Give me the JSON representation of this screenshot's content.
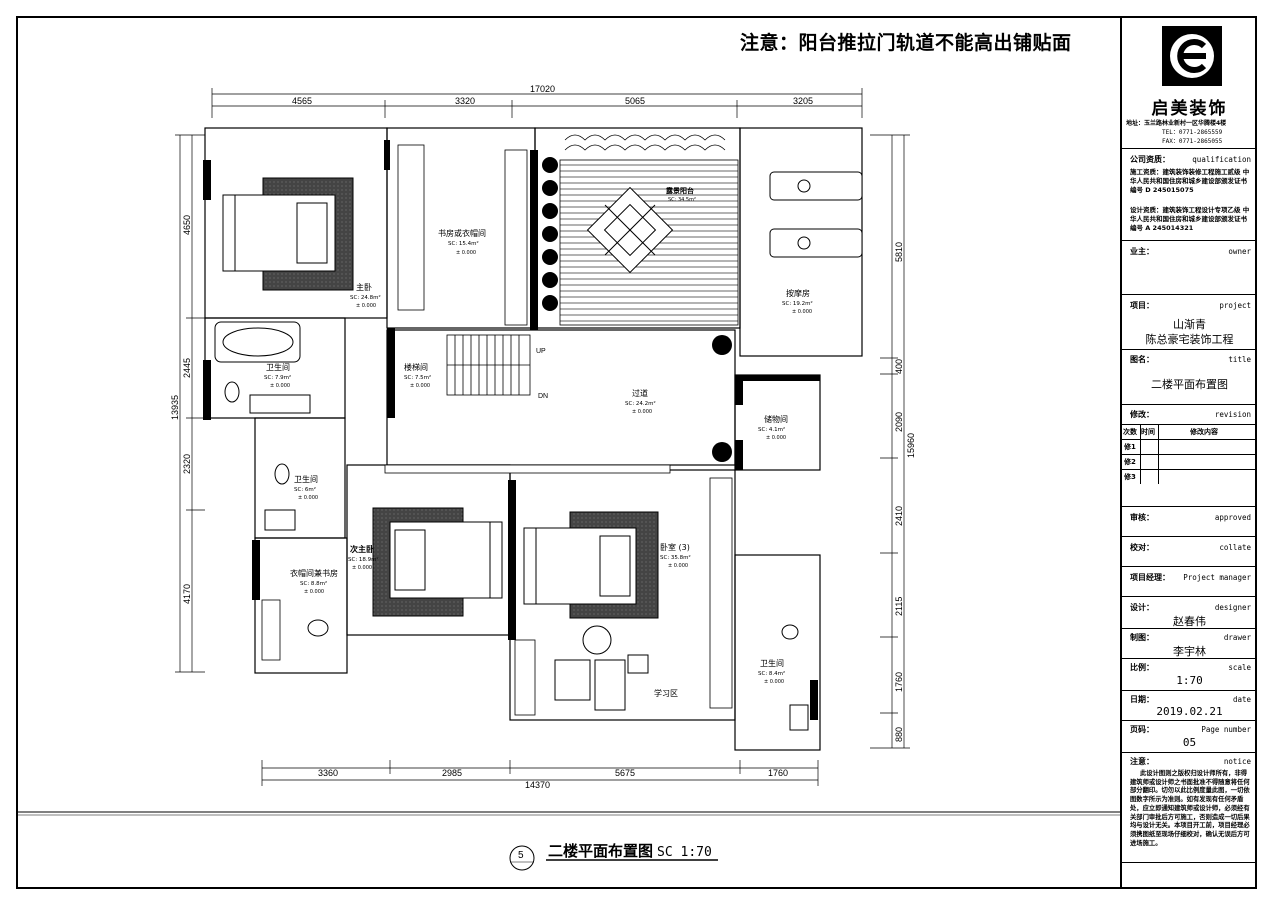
{
  "header_note": "注意：阳台推拉门轨道不能高出铺贴面",
  "dimensions": {
    "top_total": "17020",
    "top_segments": [
      "4565",
      "3320",
      "5065",
      "3205"
    ],
    "bottom_total": "14370",
    "bottom_segments": [
      "3360",
      "2985",
      "5675",
      "1760"
    ],
    "left_total": "13935",
    "left_segments": [
      "4650",
      "2445",
      "2320",
      "4170"
    ],
    "right_total": "15960",
    "right_segments": [
      "5810",
      "400",
      "2090",
      "2410",
      "2115",
      "1760",
      "880"
    ]
  },
  "rooms": [
    {
      "name": "主卧",
      "area": "SC: 24.8m²",
      "elev": "± 0.000"
    },
    {
      "name": "书房或衣帽间",
      "area": "SC: 15.4m²",
      "elev": "± 0.000"
    },
    {
      "name": "露景阳台",
      "area": "SC: 34.5m²",
      "elev": ""
    },
    {
      "name": "按摩房",
      "area": "SC: 19.2m²",
      "elev": "± 0.000"
    },
    {
      "name": "卫生间",
      "area": "SC: 7.9m²",
      "elev": "± 0.000"
    },
    {
      "name": "楼梯间",
      "area": "SC: 7.5m²",
      "elev": "± 0.000"
    },
    {
      "name": "过道",
      "area": "SC: 24.2m²",
      "elev": "± 0.000"
    },
    {
      "name": "储物间",
      "area": "SC: 4.1m²",
      "elev": "± 0.000"
    },
    {
      "name": "卫生间",
      "area": "SC: 6m²",
      "elev": "± 0.000"
    },
    {
      "name": "次主卧",
      "area": "SC: 18.9m²",
      "elev": "± 0.000"
    },
    {
      "name": "衣帽间兼书房",
      "area": "SC: 8.8m²",
      "elev": "± 0.000"
    },
    {
      "name": "卧室 (3)",
      "area": "SC: 35.8m²",
      "elev": "± 0.000"
    },
    {
      "name": "学习区",
      "area": "",
      "elev": ""
    },
    {
      "name": "卫生间",
      "area": "SC: 8.4m²",
      "elev": "± 0.000"
    }
  ],
  "stair": {
    "up": "UP",
    "down": "DN"
  },
  "caption": {
    "number": "5",
    "title": "二楼平面布置图",
    "scale": "SC 1:70"
  },
  "title_block": {
    "company": "启美装饰",
    "address": "地址：玉兰路林业新村一区华腾楼4楼",
    "tel": "TEL：0771-2865559",
    "fax": "FAX：0771-2865055",
    "qualification_label": "公司资质：",
    "qualification_en": "qualification",
    "qual_1": "施工资质：建筑装饰装修工程施工贰级 中华人民共和国住房和城乡建设部颁发证书编号 D 245015075",
    "qual_2": "设计资质：建筑装饰工程设计专项乙级 中华人民共和国住房和城乡建设部颁发证书编号 A 245014321",
    "owner_label": "业主：",
    "owner_en": "owner",
    "project_label": "项目：",
    "project_en": "project",
    "project_line1": "山渐青",
    "project_line2": "陈总豪宅装饰工程",
    "title_label": "图名：",
    "title_en": "title",
    "drawing_title": "二楼平面布置图",
    "revision_label": "修改：",
    "revision_en": "revision",
    "rev_col1": "次数",
    "rev_col2": "时间",
    "rev_col3": "修改内容",
    "rev_rows": [
      "修1",
      "修2",
      "修3"
    ],
    "approved_label": "审核：",
    "approved_en": "approved",
    "collate_label": "校对：",
    "collate_en": "collate",
    "pm_label": "项目经理：",
    "pm_en": "Project manager",
    "designer_label": "设计：",
    "designer_en": "designer",
    "designer_name": "赵春伟",
    "drawer_label": "制图：",
    "drawer_en": "drawer",
    "drawer_name": "李宇林",
    "scale_label": "比例：",
    "scale_en": "scale",
    "scale_value": "1:70",
    "date_label": "日期：",
    "date_en": "date",
    "date_value": "2019.02.21",
    "page_label": "页码：",
    "page_en": "Page number",
    "page_value": "05",
    "notice_label": "注意：",
    "notice_en": "notice",
    "notice_text": "此设计图则之版权归设计师所有，非得建筑师或设计师之书面批准不得随意将任何部分翻印。切勿以此比例度量此图，一切依图数字所示为准则。如有发现有任何矛盾处，应立即通知建筑师或设计师，必须经有关部门审批后方可施工，否则造成一切后果均与设计无关。本项目开工前，项目经理必须携图纸至现场仔细校对，确认无误后方可进场施工。"
  }
}
